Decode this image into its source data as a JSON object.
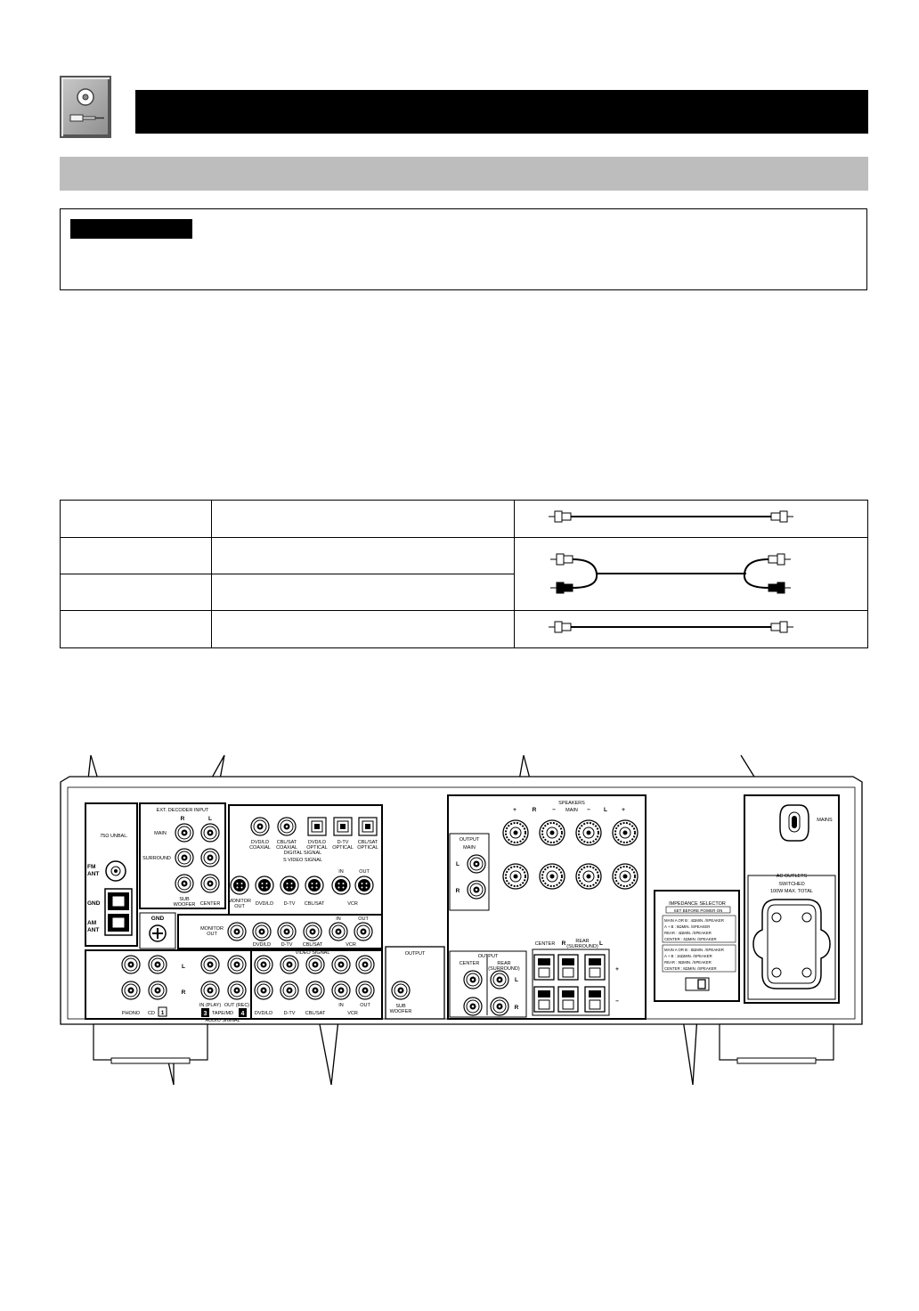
{
  "panel": {
    "antenna": {
      "unbal": "75Ω UNBAL.",
      "fm": [
        "FM",
        "ANT"
      ],
      "gnd": "GND",
      "am": [
        "AM",
        "ANT"
      ]
    },
    "ext_decoder": {
      "title": "EXT. DECODER INPUT",
      "r": "R",
      "l": "L",
      "main": "MAIN",
      "surround": "SURROUND",
      "sub1": "SUB",
      "sub2": "WOOFER",
      "center": "CENTER"
    },
    "gnd": "GND",
    "digital": {
      "labels": [
        [
          "DVD/LD",
          "COAXIAL"
        ],
        [
          "CBL/SAT",
          "COAXIAL"
        ],
        [
          "DVD/LD",
          "OPTICAL"
        ],
        [
          "D-TV",
          "OPTICAL"
        ],
        [
          "CBL/SAT",
          "OPTICAL"
        ]
      ],
      "title": "DIGITAL SIGNAL"
    },
    "svideo": {
      "title": "S VIDEO SIGNAL",
      "labels": [
        "MONITOR",
        "OUT",
        "DVD/LD",
        "D-TV",
        "CBL/SAT",
        "IN",
        "VCR",
        "OUT"
      ]
    },
    "video": {
      "monitor": [
        "MONITOR",
        "OUT"
      ],
      "labels": [
        "DVD/LD",
        "D-TV",
        "CBL/SAT",
        "IN",
        "VCR",
        "OUT"
      ],
      "title": "VIDEO SIGNAL"
    },
    "audio": {
      "labels": [
        "PHONO",
        "CD",
        "IN (PLAY)",
        "OUT (REC)",
        "TAPE/MD",
        "DVD/LD",
        "D-TV",
        "CBL/SAT",
        "IN",
        "VCR",
        "OUT"
      ],
      "nums": [
        "1",
        "3",
        "4"
      ],
      "l": "L",
      "r": "R",
      "title": "AUDIO SIGNAL"
    },
    "output_sub": {
      "title": "OUTPUT",
      "sub": [
        "SUB",
        "WOOFER"
      ]
    },
    "output_main": {
      "title": "OUTPUT",
      "main": "MAIN",
      "l": "L",
      "r": "R"
    },
    "output_cr": {
      "title": "OUTPUT",
      "center": "CENTER",
      "rear": [
        "REAR",
        "(SURROUND)"
      ],
      "l": "L",
      "r": "R"
    },
    "speakers": {
      "title": "SPEAKERS",
      "main": "MAIN",
      "r": "R",
      "l": "L",
      "plus": "+",
      "minus": "−",
      "center": "CENTER",
      "rear": [
        "REAR",
        "(SURROUND)"
      ]
    },
    "impedance": {
      "title": "IMPEDANCE SELECTOR",
      "sub": "SET BEFORE POWER ON",
      "lines1": [
        "MAIN A OR B : 4ΩMIN. /SPEAKER",
        "A + B : 8ΩMIN. /SPEAKER",
        "REAR : 4ΩMIN. /SPEAKER",
        "CENTER : 4ΩMIN. /SPEAKER"
      ],
      "lines2": [
        "MAIN A OR B : 8ΩMIN. /SPEAKER",
        "A + B : 16ΩMIN. /SPEAKER",
        "REAR : 8ΩMIN. /SPEAKER",
        "CENTER : 8ΩMIN. /SPEAKER"
      ]
    },
    "ac": {
      "mains": "MAINS",
      "title": "AC OUTLETS",
      "switched": "SWITCHED",
      "max": "100W MAX. TOTAL"
    }
  }
}
